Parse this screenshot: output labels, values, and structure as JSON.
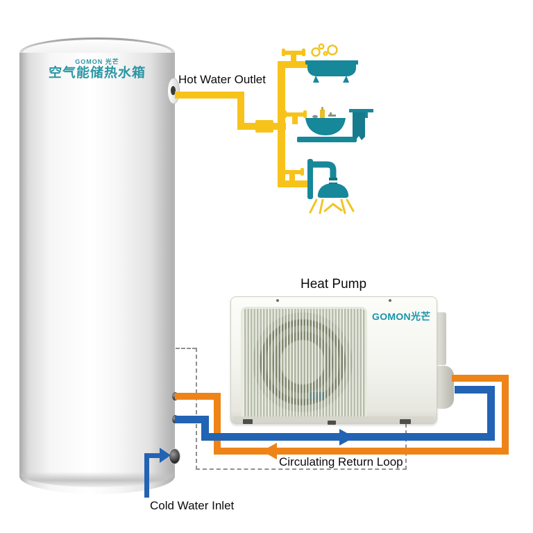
{
  "labels": {
    "hot_water_outlet": "Hot Water Outlet",
    "heat_pump": "Heat Pump",
    "circulating_return_loop": "Circulating Return Loop",
    "cold_water_inlet": "Cold Water Inlet"
  },
  "tank": {
    "brand": "GOMON 光芒",
    "product_name": "空气能储热水箱"
  },
  "heat_pump_unit": {
    "brand": "GOMON光芒"
  },
  "icons": [
    "faucet-icon",
    "bathtub-icon",
    "bubbles-icon",
    "sink-icon",
    "towel-icon",
    "shower-icon",
    "shower-spray-icon",
    "flow-arrow-left-icon",
    "flow-arrow-right-icon",
    "cold-water-arrow-icon"
  ],
  "colors": {
    "hot_pipe_yellow": "#f7c31b",
    "fixture_teal": "#17879a",
    "supply_blue": "#2263b4",
    "return_orange": "#ee8418",
    "brand_teal": "#2a96a4",
    "heat_pump_brand_blue": "#1795ab",
    "dashed_boundary_gray": "#8f8f8f",
    "label_text": "#0a0a0a"
  }
}
